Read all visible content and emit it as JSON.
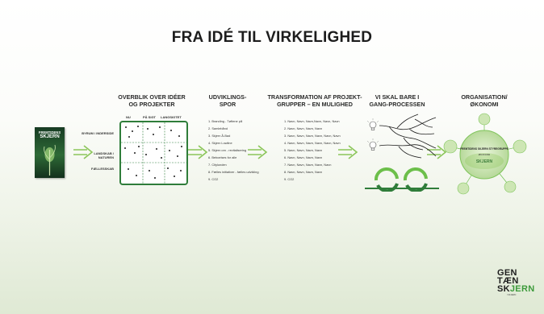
{
  "slide": {
    "title": "FRA IDÉ TIL VIRKELIGHED",
    "colors": {
      "green": "#2f7d3a",
      "light_green": "#6cbf4a",
      "background_bottom": "#dfe9d4"
    }
  },
  "book": {
    "title_line1": "FREMTIDENS",
    "title_line2": "SKJERN",
    "icon": "book-cover-image"
  },
  "overview": {
    "heading_line1": "OVERBLIK OVER IDÉER",
    "heading_line2": "OG PROJEKTER",
    "column_heads": [
      "NU",
      "PÅ SIGT",
      "LANGSIGTET"
    ],
    "row_labels": [
      "BYRUM / INDERSIDE",
      "LANDSKAB / NATUREN",
      "FÆLLESSKAB"
    ]
  },
  "development": {
    "heading_line1": "UDVIKLINGS-",
    "heading_line2": "SPOR",
    "items": [
      "1. Branding - Tøftene på",
      "2. Samlebånd",
      "3. Skjern Å-Bad",
      "4. Skjern Lowline",
      "5. Skjern om - revitalisering",
      "6. Beboelses for alle",
      "7. Citylunden",
      "8. Fælles initiativer - fælles udvikling",
      "9. CO2"
    ]
  },
  "transformation": {
    "heading_line1": "TRANSFORMATION AF PROJEKT-",
    "heading_line2": "GRUPPER – EN MULIGHED",
    "items": [
      "1. Navn, Navn, Navn,Navn, Navn, Navn",
      "2. Navn, Navn, Navn, Navn",
      "3. Navn, Navn, Navn, Navn, Navn, Navn",
      "4. Navn, Navn, Navn, Navn, Navn, Navn",
      "5. Navn, Navn, Navn, Navn",
      "6. Navn, Navn, Navn, Navn",
      "7. Navn, Navn, Navn, Navn, Navn",
      "8. Navn, Navn, Navn, Navn",
      "9. CO2"
    ]
  },
  "gang": {
    "heading_line1": "VI SKAL BARE I",
    "heading_line2": "GANG-PROCESSEN",
    "icons": [
      "lightbulb-icon",
      "tree-roots-illustration",
      "cycle-arrows-icon"
    ]
  },
  "organisation": {
    "heading_line1": "ORGANISATION/",
    "heading_line2": "ØKONOMI",
    "center_title": "FREMTIDENS SKJERN STYREGRUPPE",
    "center_sub": "ØKONOMI",
    "center_brand": "SKJERN"
  },
  "logo": {
    "line1": "GEN",
    "line2": "TÆN",
    "line3_a": "SK",
    "line3_b": "JERN",
    "tagline": "I SKJERN"
  }
}
